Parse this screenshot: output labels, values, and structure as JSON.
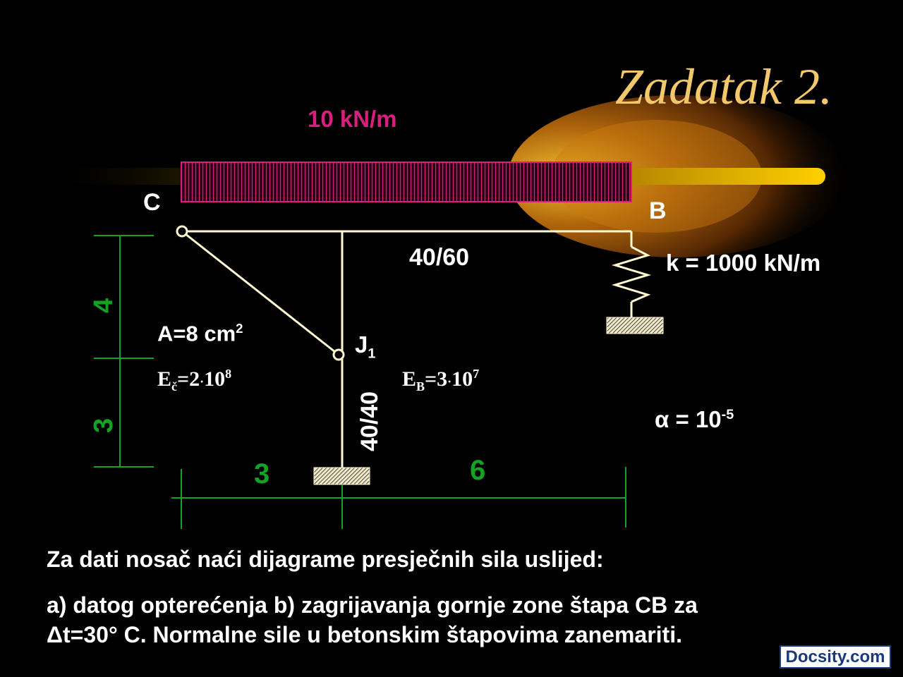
{
  "title": "Zadatak 2.",
  "load": {
    "label": "10 kN/m"
  },
  "nodes": {
    "c": "C",
    "b": "B",
    "j": "J"
  },
  "j_subscript": "1",
  "sections": {
    "beam": "40/60",
    "column": "40/40"
  },
  "spring": {
    "label": "k = 1000 kN/m"
  },
  "cable": {
    "area_label": "A=8 cm",
    "area_sup": "2",
    "e_label": "E",
    "e_sub": "č",
    "e_value": "=2",
    "e_dot": "·",
    "e_base": "10",
    "e_exp": "8"
  },
  "concrete": {
    "e_label": "E",
    "e_sub": "B",
    "e_value": "=3",
    "e_dot": "·",
    "e_base": "10",
    "e_exp": "7"
  },
  "alpha": {
    "label": "α = 10",
    "exp": "-5"
  },
  "dimensions": {
    "vertical_upper": "4",
    "vertical_lower": "3",
    "horizontal_left": "3",
    "horizontal_right": "6"
  },
  "text": {
    "line1": "Za dati nosač naći dijagrame presječnih sila uslijed:",
    "line2": "a) datog opterećenja    b) zagrijavanja gornje zone štapa CB za",
    "line3": "Δt=30° C. Normalne sile u betonskim štapovima zanemariti."
  },
  "watermark": "Docsity.com",
  "colors": {
    "background": "#000000",
    "structure": "#fff8d0",
    "load": "#d81f7d",
    "dimension": "#13a323",
    "title": "#f2c86a",
    "flare": "#f0b400"
  }
}
